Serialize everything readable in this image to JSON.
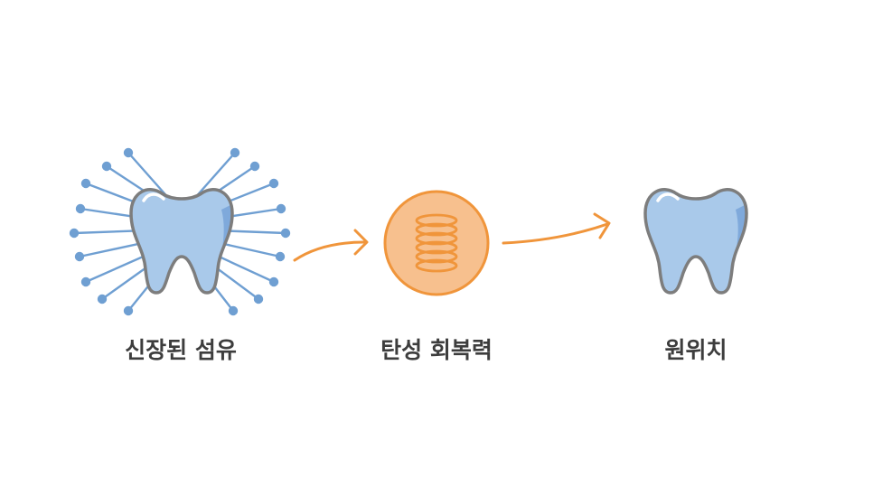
{
  "steps": [
    {
      "label": "신장된 섬유",
      "icon": "tooth-with-fibers-icon"
    },
    {
      "label": "탄성 회복력",
      "icon": "spring-icon"
    },
    {
      "label": "원위치",
      "icon": "tooth-icon"
    }
  ],
  "colors": {
    "tooth_fill": "#a9c9ea",
    "tooth_shade": "#7fa9db",
    "tooth_outline": "#7d7d7d",
    "fiber": "#6f9fd2",
    "accent": "#f0953b",
    "spring_bg": "#f7c08e",
    "text": "#3d3d3d"
  }
}
